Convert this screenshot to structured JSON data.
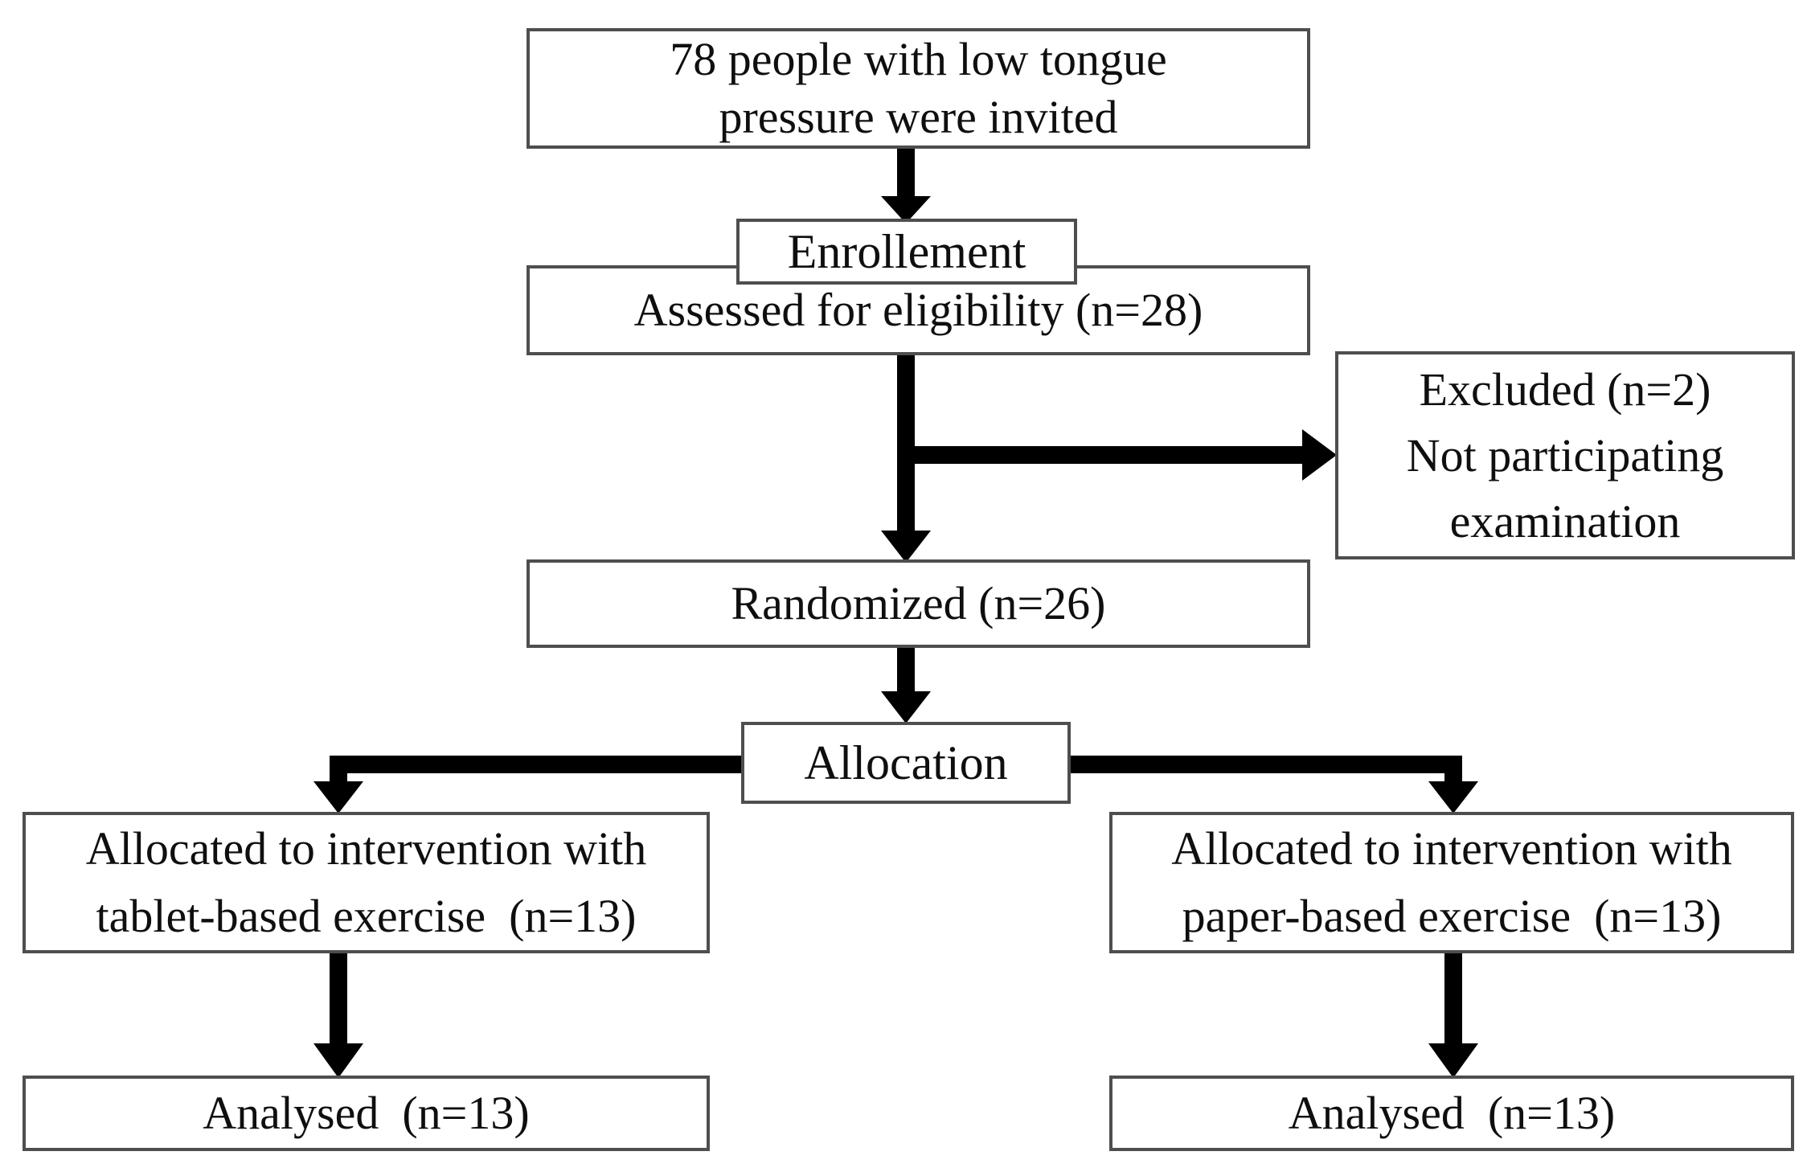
{
  "colors": {
    "background": "#ffffff",
    "box_border": "#4e4e4e",
    "box_fill": "#ffffff",
    "arrow": "#000000",
    "text": "#0f0f0f"
  },
  "boxes": {
    "invited": "78 people with low tongue\npressure were invited",
    "enrollment": "Enrollement",
    "assessed": "Assessed for eligibility (n=28)",
    "excluded": "Excluded (n=2)\nNot participating\nexamination",
    "randomized": "Randomized (n=26)",
    "allocation": "Allocation",
    "allocated_tablet": "Allocated to intervention with\ntablet-based exercise  (n=13)",
    "allocated_paper": "Allocated to intervention with\npaper-based exercise  (n=13)",
    "analysed_tablet": "Analysed  (n=13)",
    "analysed_paper": "Analysed  (n=13)"
  },
  "edges": [
    {
      "from": "invited",
      "to": "assessed"
    },
    {
      "from": "assessed",
      "to": "randomized"
    },
    {
      "from": "assessed",
      "to": "excluded"
    },
    {
      "from": "randomized",
      "to": "allocation"
    },
    {
      "from": "allocation",
      "to": "allocated_tablet"
    },
    {
      "from": "allocation",
      "to": "allocated_paper"
    },
    {
      "from": "allocated_tablet",
      "to": "analysed_tablet"
    },
    {
      "from": "allocated_paper",
      "to": "analysed_paper"
    }
  ]
}
